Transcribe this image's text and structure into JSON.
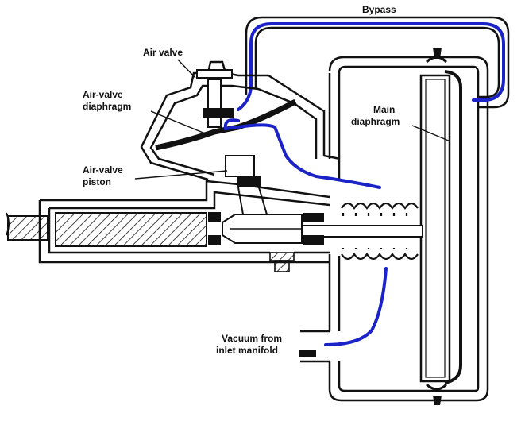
{
  "labels": {
    "bypass": "Bypass",
    "air_valve": "Air valve",
    "air_valve_diaphragm_line1": "Air-valve",
    "air_valve_diaphragm_line2": "diaphragm",
    "air_valve_piston_line1": "Air-valve",
    "air_valve_piston_line2": "piston",
    "main_diaphragm_line1": "Main",
    "main_diaphragm_line2": "diaphragm",
    "vacuum_line1": "Vacuum from",
    "vacuum_line2": "inlet manifold"
  },
  "colors": {
    "ink": "#111111",
    "airflow": "#1a22c8",
    "paper": "#ffffff"
  }
}
